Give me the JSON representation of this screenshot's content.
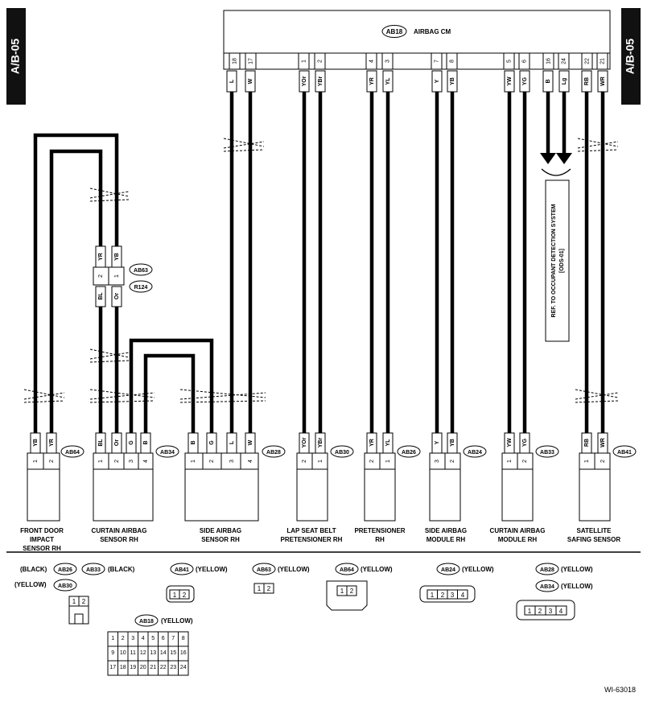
{
  "section_tag": "A/B-05",
  "figure_id": "WI-63018",
  "cm": {
    "ref": "AB18",
    "name": "AIRBAG CM"
  },
  "cm_pins": [
    {
      "pin": "18",
      "color": "L"
    },
    {
      "pin": "17",
      "color": "W"
    },
    {
      "pin": "1",
      "color": "YOr"
    },
    {
      "pin": "2",
      "color": "YBr"
    },
    {
      "pin": "4",
      "color": "YR"
    },
    {
      "pin": "3",
      "color": "YL"
    },
    {
      "pin": "7",
      "color": "Y"
    },
    {
      "pin": "8",
      "color": "YB"
    },
    {
      "pin": "5",
      "color": "YW"
    },
    {
      "pin": "6",
      "color": "YG"
    },
    {
      "pin": "16",
      "color": "B"
    },
    {
      "pin": "24",
      "color": "Lg"
    },
    {
      "pin": "22",
      "color": "RB"
    },
    {
      "pin": "21",
      "color": "WR"
    }
  ],
  "ods_note": [
    "REF. TO OCCUPANT DETECTION SYSTEM",
    "[ODS-01]"
  ],
  "intermediate": {
    "refs": [
      "AB63",
      "R124"
    ],
    "top": [
      {
        "pin": "2",
        "color": "YR"
      },
      {
        "pin": "1",
        "color": "YB"
      }
    ],
    "bottom_colors": [
      "BL",
      "Or"
    ]
  },
  "components": [
    {
      "ref": "AB64",
      "label": [
        "FRONT DOOR",
        "IMPACT",
        "SENSOR RH"
      ],
      "pins": [
        {
          "pin": "1",
          "color": "YB"
        },
        {
          "pin": "2",
          "color": "YR"
        }
      ]
    },
    {
      "ref": "AB34",
      "label": [
        "CURTAIN AIRBAG",
        "SENSOR RH"
      ],
      "pins": [
        {
          "pin": "1",
          "color": "BL"
        },
        {
          "pin": "2",
          "color": "Or"
        },
        {
          "pin": "3",
          "color": "G"
        },
        {
          "pin": "4",
          "color": "B"
        }
      ]
    },
    {
      "ref": "AB28",
      "label": [
        "SIDE AIRBAG",
        "SENSOR RH"
      ],
      "pins": [
        {
          "pin": "1",
          "color": "B"
        },
        {
          "pin": "2",
          "color": "G"
        },
        {
          "pin": "3",
          "color": "L"
        },
        {
          "pin": "4",
          "color": "W"
        }
      ]
    },
    {
      "ref": "AB30",
      "label": [
        "LAP SEAT BELT",
        "PRETENSIONER RH"
      ],
      "pins": [
        {
          "pin": "2",
          "color": "YOr"
        },
        {
          "pin": "1",
          "color": "YBr"
        }
      ]
    },
    {
      "ref": "AB26",
      "label": [
        "PRETENSIONER",
        "RH"
      ],
      "pins": [
        {
          "pin": "2",
          "color": "YR"
        },
        {
          "pin": "1",
          "color": "YL"
        }
      ]
    },
    {
      "ref": "AB24",
      "label": [
        "SIDE AIRBAG",
        "MODULE RH"
      ],
      "pins": [
        {
          "pin": "3",
          "color": "Y"
        },
        {
          "pin": "2",
          "color": "YB"
        }
      ]
    },
    {
      "ref": "AB33",
      "label": [
        "CURTAIN AIRBAG",
        "MODULE RH"
      ],
      "pins": [
        {
          "pin": "1",
          "color": "YW"
        },
        {
          "pin": "2",
          "color": "YG"
        }
      ]
    },
    {
      "ref": "AB41",
      "label": [
        "SATELLITE",
        "SAFING SENSOR"
      ],
      "pins": [
        {
          "pin": "1",
          "color": "RB"
        },
        {
          "pin": "2",
          "color": "WR"
        }
      ]
    }
  ],
  "legend": {
    "black": "(BLACK)",
    "yellow": "(YELLOW)",
    "refs": [
      "AB26",
      "AB33",
      "AB30",
      "AB41",
      "AB63",
      "AB64",
      "AB24",
      "AB28",
      "AB34",
      "AB18"
    ],
    "pins2": [
      "1",
      "2"
    ],
    "pins4": [
      "1",
      "2",
      "3",
      "4"
    ],
    "ab18_rows": [
      [
        "1",
        "2",
        "3",
        "4",
        "5",
        "6",
        "7",
        "8"
      ],
      [
        "9",
        "10",
        "11",
        "12",
        "13",
        "14",
        "15",
        "16"
      ],
      [
        "17",
        "18",
        "19",
        "20",
        "21",
        "22",
        "23",
        "24"
      ]
    ]
  }
}
